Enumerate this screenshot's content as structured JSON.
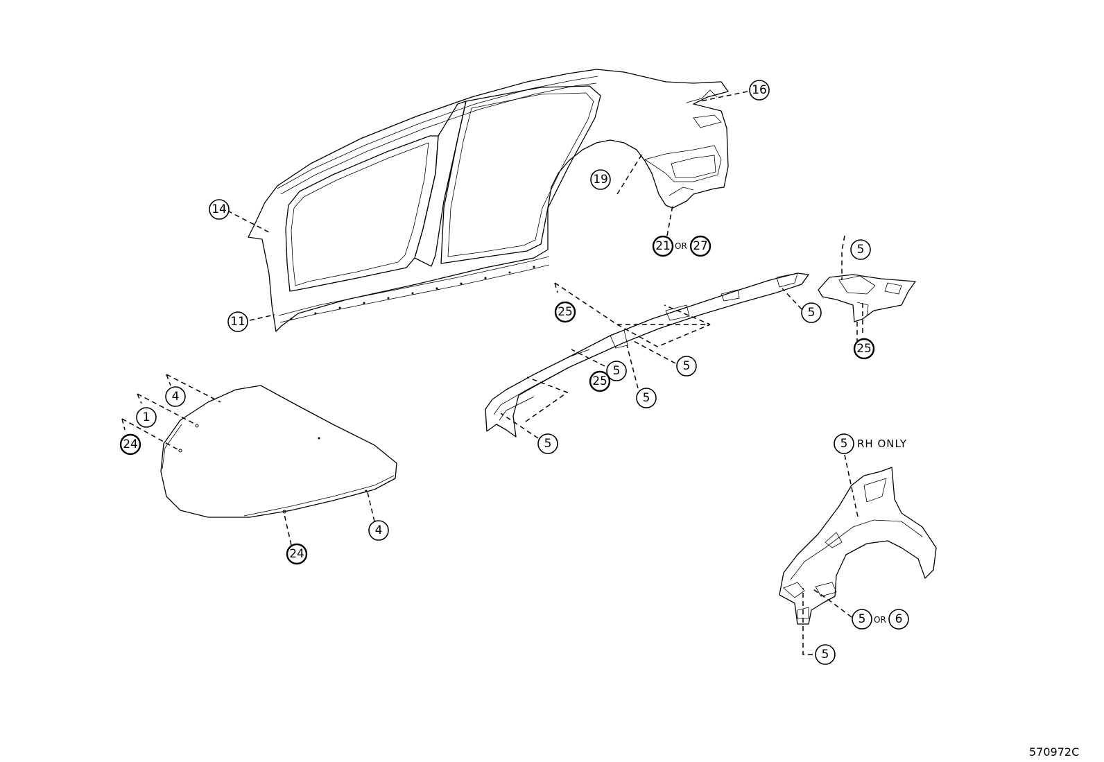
{
  "diagram": {
    "figure_id": "570972C",
    "or_text": "OR",
    "rh_only_text": "RH ONLY",
    "callouts": [
      {
        "id": "c16",
        "label": "16"
      },
      {
        "id": "c14",
        "label": "14"
      },
      {
        "id": "c19",
        "label": "19"
      },
      {
        "id": "c21",
        "label": "21"
      },
      {
        "id": "c27",
        "label": "27"
      },
      {
        "id": "c11",
        "label": "11"
      },
      {
        "id": "c5a",
        "label": "5"
      },
      {
        "id": "c25a",
        "label": "25"
      },
      {
        "id": "c5b",
        "label": "5"
      },
      {
        "id": "c25b",
        "label": "25"
      },
      {
        "id": "c5c",
        "label": "5"
      },
      {
        "id": "c5d",
        "label": "5"
      },
      {
        "id": "c25c",
        "label": "25"
      },
      {
        "id": "c5e",
        "label": "5"
      },
      {
        "id": "c5f",
        "label": "5"
      },
      {
        "id": "c4a",
        "label": "4"
      },
      {
        "id": "c1",
        "label": "1"
      },
      {
        "id": "c24a",
        "label": "24"
      },
      {
        "id": "c4b",
        "label": "4"
      },
      {
        "id": "c24b",
        "label": "24"
      },
      {
        "id": "c5g",
        "label": "5"
      },
      {
        "id": "c5h",
        "label": "5"
      },
      {
        "id": "c6",
        "label": "6"
      },
      {
        "id": "c5i",
        "label": "5"
      }
    ]
  }
}
